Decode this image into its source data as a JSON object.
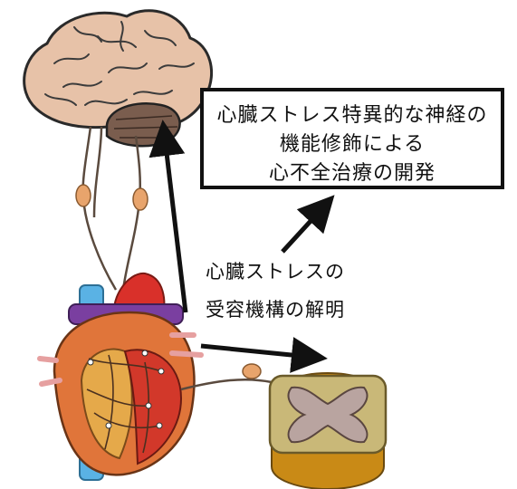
{
  "goal": {
    "lines": [
      "心臓ストレス特異的な神経の",
      "機能修飾による",
      "心不全治療の開発"
    ]
  },
  "finding": {
    "lines": [
      "心臓ストレスの",
      "受容機構の解明"
    ]
  }
}
